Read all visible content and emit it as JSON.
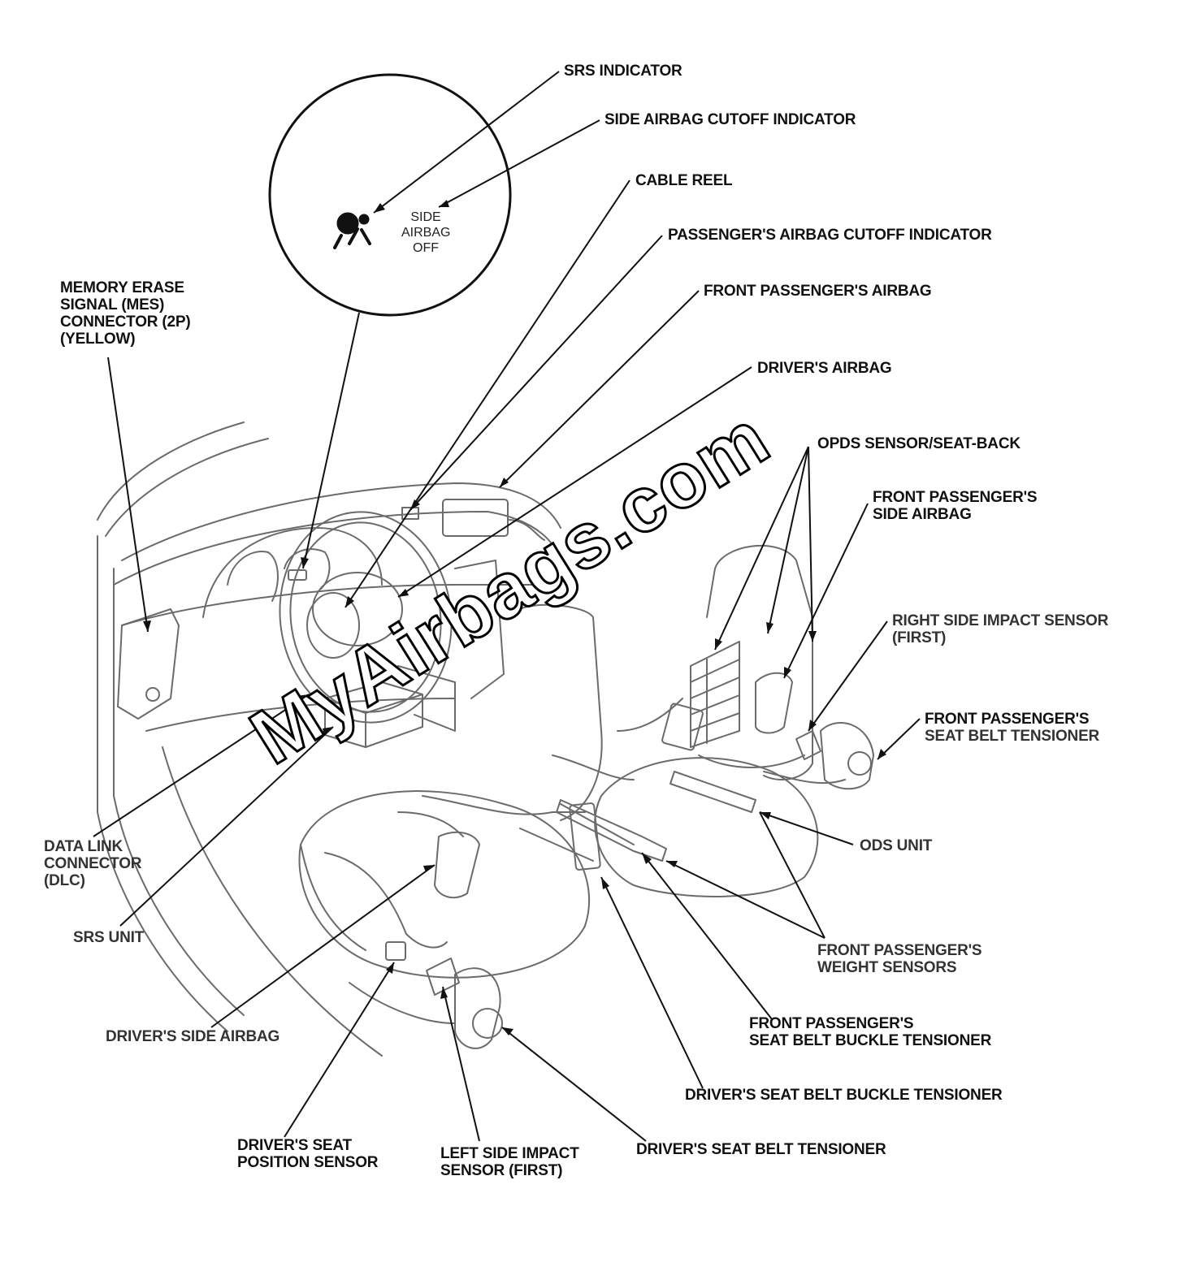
{
  "inset": {
    "text_lines": [
      "SIDE",
      "AIRBAG",
      "OFF"
    ]
  },
  "watermark": "MyAirbags.com",
  "labels": {
    "srs_indicator": [
      "SRS INDICATOR"
    ],
    "side_airbag_cutoff_indicator": [
      "SIDE AIRBAG CUTOFF INDICATOR"
    ],
    "cable_reel": [
      "CABLE REEL"
    ],
    "passengers_airbag_cutoff_indicator": [
      "PASSENGER'S AIRBAG CUTOFF INDICATOR"
    ],
    "front_passengers_airbag": [
      "FRONT PASSENGER'S AIRBAG"
    ],
    "drivers_airbag": [
      "DRIVER'S AIRBAG"
    ],
    "memory_erase_signal_connector": [
      "MEMORY ERASE",
      "SIGNAL (MES)",
      "CONNECTOR (2P)",
      "(YELLOW)"
    ],
    "opds_sensor_seat_back": [
      "OPDS SENSOR/SEAT-BACK"
    ],
    "front_passengers_side_airbag": [
      "FRONT PASSENGER'S",
      "SIDE AIRBAG"
    ],
    "right_side_impact_sensor": [
      "RIGHT SIDE IMPACT SENSOR",
      "(FIRST)"
    ],
    "front_passengers_seat_belt_tensioner": [
      "FRONT PASSENGER'S",
      "SEAT BELT TENSIONER"
    ],
    "data_link_connector": [
      "DATA LINK",
      "CONNECTOR",
      "(DLC)"
    ],
    "ods_unit": [
      "ODS UNIT"
    ],
    "srs_unit": [
      "SRS UNIT"
    ],
    "front_passengers_weight_sensors": [
      "FRONT PASSENGER'S",
      "WEIGHT SENSORS"
    ],
    "drivers_side_airbag": [
      "DRIVER'S SIDE AIRBAG"
    ],
    "front_passengers_seat_belt_buckle_tensioner": [
      "FRONT PASSENGER'S",
      "SEAT BELT BUCKLE TENSIONER"
    ],
    "drivers_seat_belt_buckle_tensioner": [
      "DRIVER'S SEAT BELT BUCKLE TENSIONER"
    ],
    "drivers_seat_position_sensor": [
      "DRIVER'S SEAT",
      "POSITION SENSOR"
    ],
    "left_side_impact_sensor": [
      "LEFT SIDE IMPACT",
      "SENSOR (FIRST)"
    ],
    "drivers_seat_belt_tensioner": [
      "DRIVER'S SEAT BELT TENSIONER"
    ]
  },
  "colors": {
    "ink": "#111111",
    "sketch": "#6b6b6b",
    "background": "#ffffff"
  }
}
